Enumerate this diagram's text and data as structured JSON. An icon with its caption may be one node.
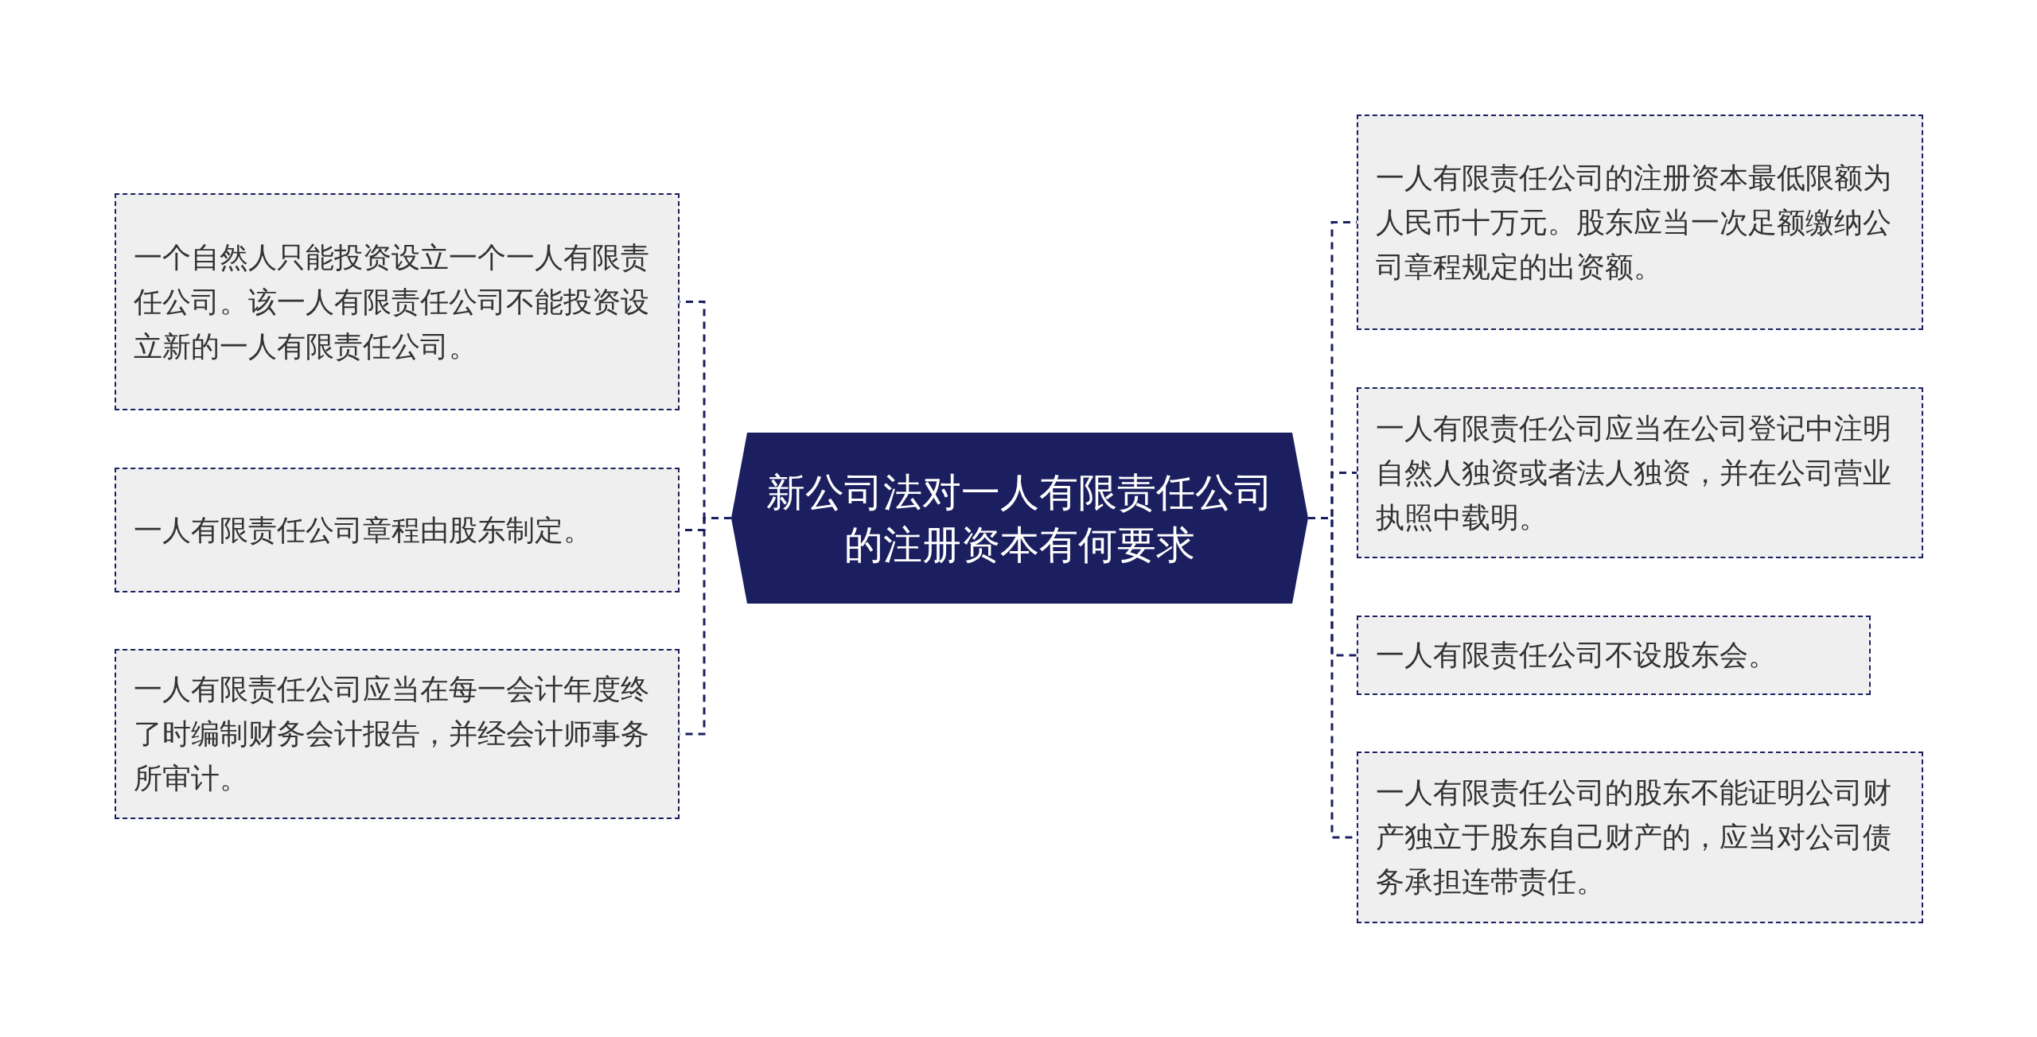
{
  "diagram": {
    "nodes": [
      {
        "text": [
          "新公司法对一人有限责任公司的注册资本有何要求"
        ]
      },
      {
        "text": [
          "一个自然人只能投资设立一个一人有限责任公司。该一人有限责任公司不能投资设立新的一人有限责任公司。"
        ]
      },
      {
        "text": [
          "一人有限责任公司章程由股东制定。"
        ]
      },
      {
        "text": [
          "一人有限责任公司应当在每一会计年度终了时编制财务会计报告，并经会计师事务所审计。"
        ]
      },
      {
        "text": [
          "一人有限责任公司的注册资本最低限额为人民币十万元。股东应当一次足额缴纳公司章程规定的出资额。"
        ]
      },
      {
        "text": [
          "一人有限责任公司应当在公司登记中注明自然人独资或者法人独资，并在公司营业执照中载明。"
        ]
      },
      {
        "text": [
          "一人有限责任公司不设股东会。"
        ]
      },
      {
        "text": [
          "一人有限责任公司的股东不能证明公司财产独立于股东自己财产的，应当对公司债务承担连带责任。"
        ]
      }
    ],
    "edges": [
      {
        "from": 0,
        "to": 1,
        "arrow": "none",
        "style": "dashed"
      },
      {
        "from": 0,
        "to": 2,
        "arrow": "none",
        "style": "dashed"
      },
      {
        "from": 0,
        "to": 3,
        "arrow": "none",
        "style": "dashed"
      },
      {
        "from": 0,
        "to": 4,
        "arrow": "none",
        "style": "dashed"
      },
      {
        "from": 0,
        "to": 5,
        "arrow": "none",
        "style": "dashed"
      },
      {
        "from": 0,
        "to": 6,
        "arrow": "none",
        "style": "dashed"
      },
      {
        "from": 0,
        "to": 7,
        "arrow": "none",
        "style": "dashed"
      }
    ]
  }
}
